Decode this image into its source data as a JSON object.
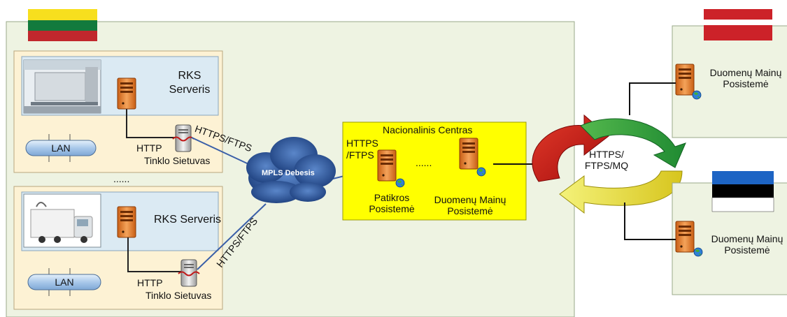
{
  "countries": {
    "lithuania": {
      "flag_colors": [
        "#f7df1e",
        "#127a3d",
        "#c1272d"
      ]
    },
    "latvia": {
      "flag_colors": [
        "#cc2229",
        "#ffffff",
        "#cc2229"
      ]
    },
    "estonia": {
      "flag_colors": [
        "#1d64c4",
        "#000000",
        "#ffffff"
      ]
    }
  },
  "site1": {
    "server_label_line1": "RKS",
    "server_label_line2": "Serveris",
    "lan_label": "LAN",
    "http_label": "HTTP",
    "gateway_label": "Tinklo Sietuvas",
    "link_label": "HTTPS/FTPS"
  },
  "separator": "......",
  "site2": {
    "server_label": "RKS Serveris",
    "lan_label": "LAN",
    "http_label": "HTTP",
    "gateway_label": "Tinklo Sietuvas",
    "link_label": "HTTPS/FTPS"
  },
  "cloud": {
    "label": "MPLS Debesis"
  },
  "national_center": {
    "title": "Nacionalinis Centras",
    "protocol_line1": "HTTPS",
    "protocol_line2": "/FTPS",
    "dots": "......",
    "check_line1": "Patikros",
    "check_line2": "Posistemė",
    "exchange_line1": "Duomenų Mainų",
    "exchange_line2": "Posistemė"
  },
  "exchange_cycle": {
    "line1": "HTTPS/",
    "line2": "FTPS/MQ"
  },
  "latvia_node": {
    "line1": "Duomenų Mainų",
    "line2": "Posistemė"
  },
  "estonia_node": {
    "line1": "Duomenų Mainų",
    "line2": "Posistemė"
  },
  "colors": {
    "main_area": "#eef3e2",
    "site_box": "#fdf2d4",
    "site_header": "#dbeaf3",
    "center_box": "#ffff00",
    "server": "#e87b2b"
  }
}
